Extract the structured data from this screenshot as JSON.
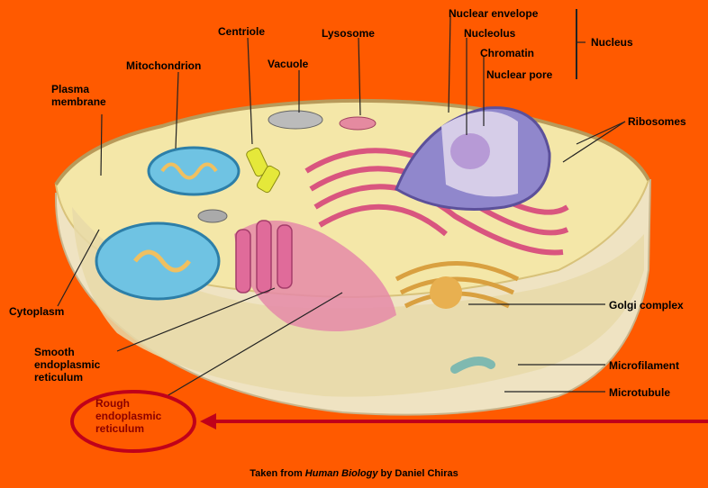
{
  "labels": {
    "plasma_membrane": "Plasma membrane",
    "mitochondrion": "Mitochondrion",
    "centriole": "Centriole",
    "vacuole": "Vacuole",
    "lysosome": "Lysosome",
    "nuclear_envelope": "Nuclear envelope",
    "nucleolus": "Nucleolus",
    "chromatin": "Chromatin",
    "nuclear_pore": "Nuclear pore",
    "nucleus": "Nucleus",
    "ribosomes": "Ribosomes",
    "cytoplasm": "Cytoplasm",
    "golgi_complex": "Golgi complex",
    "smooth_er": "Smooth endoplasmic reticulum",
    "microfilament": "Microfilament",
    "microtubule": "Microtubule",
    "rough_er": "Rough endoplasmic reticulum"
  },
  "caption": {
    "prefix": "Taken from",
    "book": "Human Biology",
    "suffix": "by Daniel Chiras"
  },
  "colors": {
    "background": "#ff5a00",
    "highlight_circle": "#c0001a",
    "arrow": "#c0001a",
    "cell_body": "#f2e6c0",
    "nucleus": "#8f84c8",
    "er": "#e06b8f"
  }
}
